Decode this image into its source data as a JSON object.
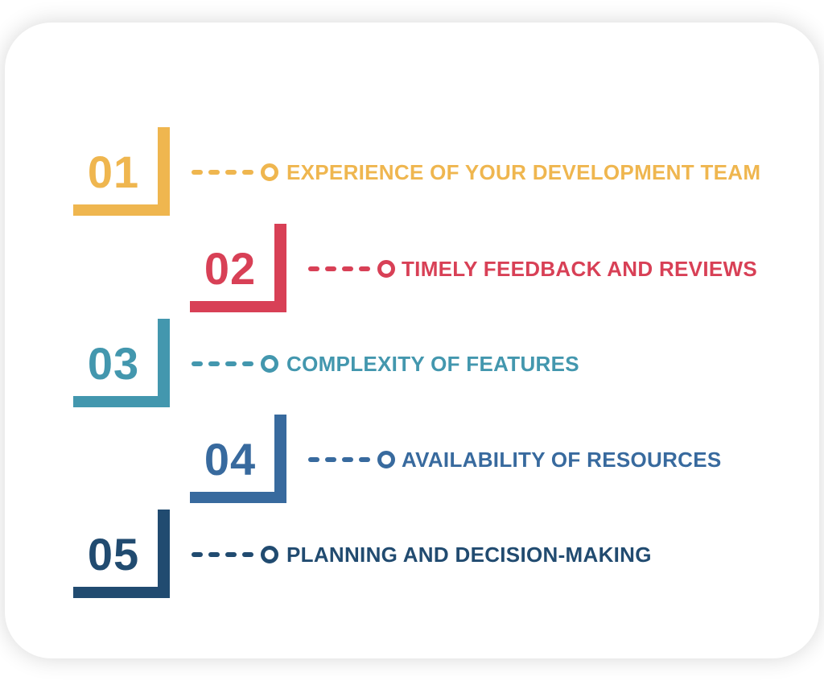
{
  "infographic": {
    "background_color": "#ffffff",
    "items": [
      {
        "number": "01",
        "label": "EXPERIENCE OF YOUR DEVELOPMENT TEAM",
        "color": "#EFB64F"
      },
      {
        "number": "02",
        "label": "TIMELY FEEDBACK AND REVIEWS",
        "color": "#D84056"
      },
      {
        "number": "03",
        "label": "COMPLEXITY OF FEATURES",
        "color": "#4397AE"
      },
      {
        "number": "04",
        "label": "AVAILABILITY OF RESOURCES",
        "color": "#386A9E"
      },
      {
        "number": "05",
        "label": "PLANNING AND DECISION-MAKING",
        "color": "#214B70"
      }
    ]
  }
}
